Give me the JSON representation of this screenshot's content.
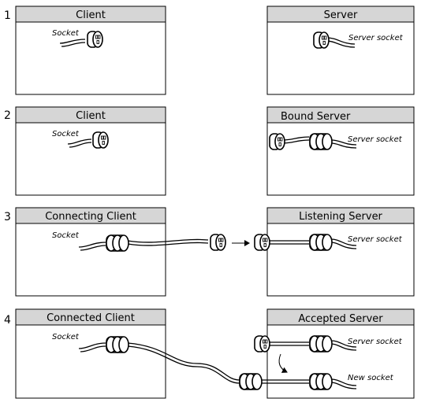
{
  "steps": [
    "1",
    "2",
    "3",
    "4"
  ],
  "panels": {
    "p1_client": "Client",
    "p1_server": "Server",
    "p2_client": "Client",
    "p2_server": "Bound Server",
    "p3_client": "Connecting Client",
    "p3_server": "Listening Server",
    "p4_client": "Connected Client",
    "p4_server": "Accepted Server"
  },
  "labels": {
    "socket": "Socket",
    "server_socket": "Server socket",
    "new_socket": "New socket"
  },
  "colors": {
    "header": "#d6d6d6",
    "stroke": "#000000"
  }
}
